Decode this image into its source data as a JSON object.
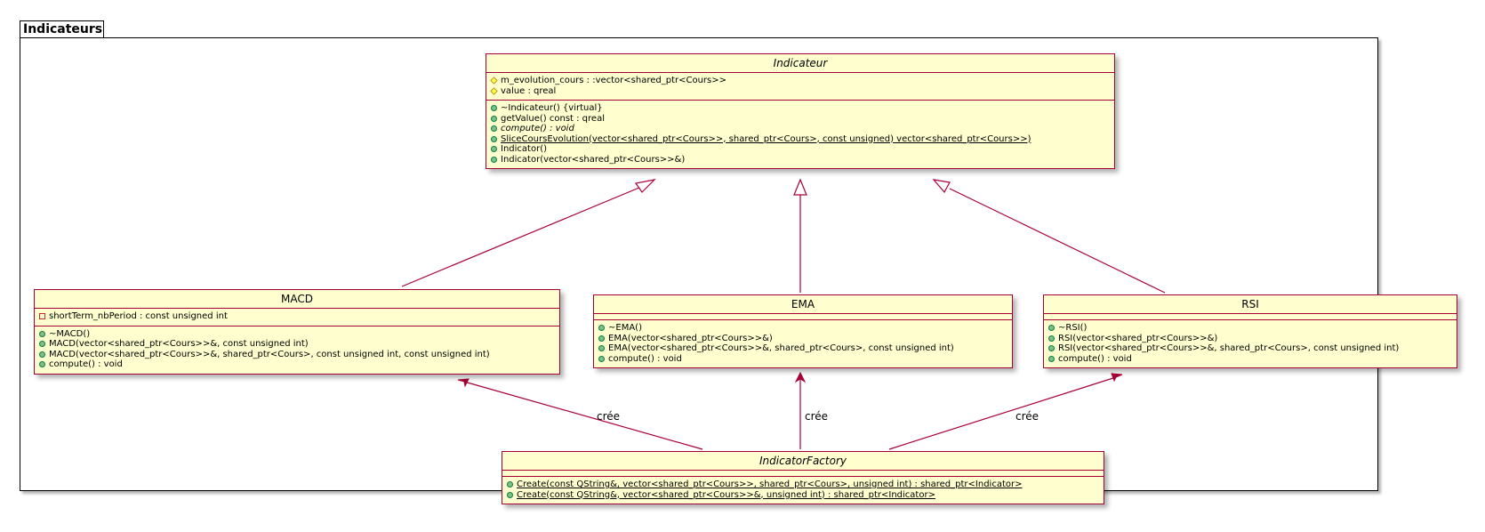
{
  "package": {
    "name": "Indicateurs"
  },
  "classes": {
    "indicateur": {
      "name": "Indicateur",
      "attributes": [
        {
          "vis": "protected",
          "text": "m_evolution_cours : :vector<shared_ptr<Cours>>"
        },
        {
          "vis": "protected",
          "text": "value : qreal"
        }
      ],
      "methods": [
        {
          "vis": "public",
          "text": "~Indicateur() {virtual}"
        },
        {
          "vis": "public",
          "text": "getValue() const : qreal"
        },
        {
          "vis": "public",
          "text": "compute() : void",
          "abstract": true
        },
        {
          "vis": "public",
          "text": "SliceCoursEvolution(vector<shared_ptr<Cours>>, shared_ptr<Cours>, const unsigned) vector<shared_ptr<Cours>>)",
          "static": true
        },
        {
          "vis": "public",
          "text": "Indicator()"
        },
        {
          "vis": "public",
          "text": "Indicator(vector<shared_ptr<Cours>>&)"
        }
      ]
    },
    "macd": {
      "name": "MACD",
      "attributes": [
        {
          "vis": "private",
          "text": "shortTerm_nbPeriod : const unsigned int"
        }
      ],
      "methods": [
        {
          "vis": "public",
          "text": "~MACD()"
        },
        {
          "vis": "public",
          "text": "MACD(vector<shared_ptr<Cours>>&, const unsigned int)"
        },
        {
          "vis": "public",
          "text": "MACD(vector<shared_ptr<Cours>>&, shared_ptr<Cours>, const unsigned int, const unsigned int)"
        },
        {
          "vis": "public",
          "text": "compute() : void"
        }
      ]
    },
    "ema": {
      "name": "EMA",
      "attributes": [],
      "methods": [
        {
          "vis": "public",
          "text": "~EMA()"
        },
        {
          "vis": "public",
          "text": "EMA(vector<shared_ptr<Cours>>&)"
        },
        {
          "vis": "public",
          "text": "EMA(vector<shared_ptr<Cours>>&, shared_ptr<Cours>, const unsigned int)"
        },
        {
          "vis": "public",
          "text": "compute() : void"
        }
      ]
    },
    "rsi": {
      "name": "RSI",
      "attributes": [],
      "methods": [
        {
          "vis": "public",
          "text": "~RSI()"
        },
        {
          "vis": "public",
          "text": "RSI(vector<shared_ptr<Cours>>&)"
        },
        {
          "vis": "public",
          "text": "RSI(vector<shared_ptr<Cours>>&, shared_ptr<Cours>, const unsigned int)"
        },
        {
          "vis": "public",
          "text": "compute() : void"
        }
      ]
    },
    "factory": {
      "name": "IndicatorFactory",
      "attributes": [],
      "methods": [
        {
          "vis": "public",
          "text": "Create(const QString&, vector<shared_ptr<Cours>>, shared_ptr<Cours>, unsigned int) : shared_ptr<Indicator>",
          "static": true
        },
        {
          "vis": "public",
          "text": "Create(const QString&, vector<shared_ptr<Cours>>&, unsigned int) : shared_ptr<Indicator>",
          "static": true
        }
      ]
    }
  },
  "relations": {
    "creates_label": "crée"
  },
  "colors": {
    "border": "#A80036",
    "fill": "#FEFECE"
  }
}
